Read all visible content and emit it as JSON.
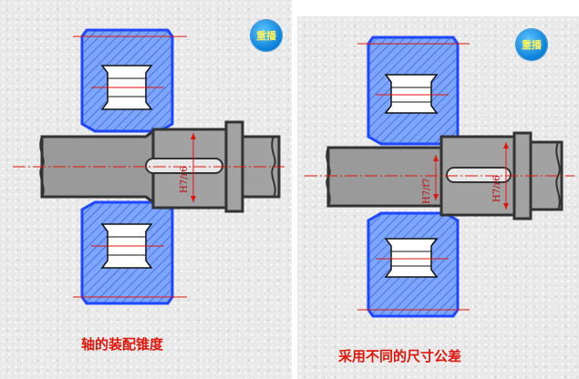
{
  "left_panel": {
    "replay_label": "重播",
    "caption": "轴的装配锥度",
    "fit_label": "H7/r6"
  },
  "right_panel": {
    "replay_label": "重播",
    "caption": "采用不同的尺寸公差",
    "fit_label_1": "H7/f7",
    "fit_label_2": "H7/r6"
  },
  "colors": {
    "gear_blue": "#1f47ff",
    "hatch_fill": "#7ca6ff",
    "centerline_red": "#e0160b",
    "shaft_gray": "#9a9a9a"
  }
}
